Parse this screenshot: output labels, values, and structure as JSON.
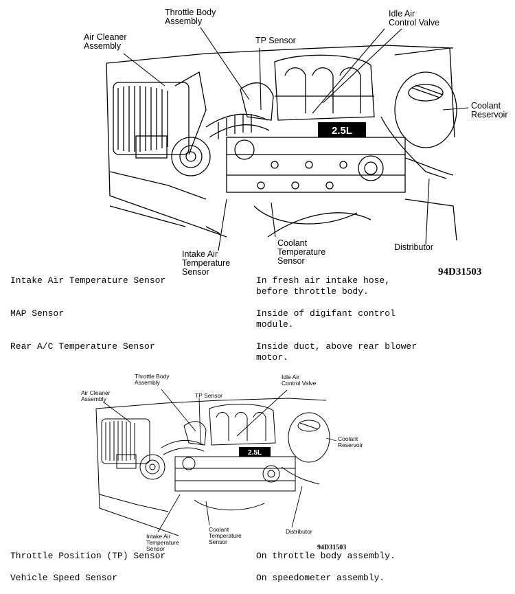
{
  "figure_top": {
    "labels": {
      "throttle_body": "Throttle Body\nAssembly",
      "idle_air": "Idle Air\nControl Valve",
      "air_cleaner": "Air Cleaner\nAssembly",
      "tp_sensor": "TP Sensor",
      "coolant_reservoir": "Coolant\nReservoir",
      "distributor": "Distributor",
      "intake_air": "Intake Air\nTemperature\nSensor",
      "coolant_temp": "Coolant\nTemperature\nSensor",
      "engine_badge": "2.5L"
    },
    "figure_id": "94D31503"
  },
  "figure_bottom": {
    "labels": {
      "throttle_body": "Throttle Body\nAssembly",
      "idle_air": "Idle Air\nControl Valve",
      "air_cleaner": "Air Cleaner\nAssembly",
      "tp_sensor": "TP Sensor",
      "coolant_reservoir": "Coolant\nReservoir",
      "distributor": "Distributor",
      "intake_air": "Intake Air\nTemperature\nSensor",
      "coolant_temp": "Coolant\nTemperature\nSensor",
      "engine_badge": "2.5L"
    },
    "figure_id": "94D31503"
  },
  "rows_top": [
    {
      "name": "Intake Air Temperature Sensor",
      "location": "In fresh air intake hose,\nbefore throttle body."
    },
    {
      "name": "MAP Sensor",
      "location": "Inside of digifant control\nmodule."
    },
    {
      "name": "Rear A/C Temperature Sensor",
      "location": "Inside duct, above rear blower\nmotor."
    }
  ],
  "rows_bottom": [
    {
      "name": "Throttle Position (TP) Sensor",
      "location": "On throttle body assembly."
    },
    {
      "name": "Vehicle Speed Sensor",
      "location": "On speedometer assembly."
    }
  ]
}
